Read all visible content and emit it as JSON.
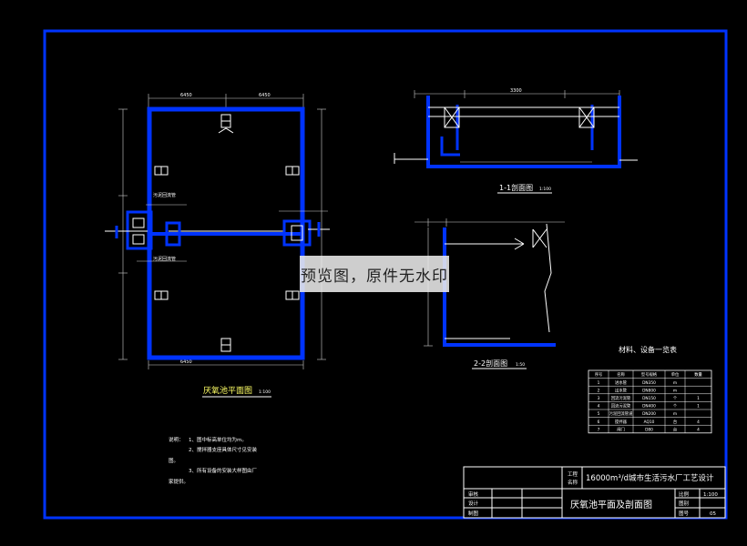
{
  "plan": {
    "title": "厌氧池平面图",
    "scale": "1:100",
    "dims": {
      "top_left": "6450",
      "top_right": "6450",
      "bottom": "6450"
    },
    "pipe_labels": [
      "污泥回流管",
      "污泥回流管"
    ]
  },
  "section11": {
    "title": "1-1剖面图",
    "scale": "1:100",
    "dim_main": "3300"
  },
  "section22": {
    "title": "2-2剖面图",
    "scale": "1:50"
  },
  "notes": {
    "label": "说明：",
    "lines": [
      "1、图中标高单位均为m。",
      "2、搅拌器支座具体尺寸见安装",
      "图。",
      "3、所有设备的安装大样图由厂",
      "家提供。"
    ]
  },
  "materials": {
    "title": "材料、设备一览表",
    "headers": [
      "序号",
      "名称",
      "型号规格",
      "单位",
      "数量"
    ],
    "rows": [
      [
        "1",
        "进水管",
        "DN350",
        "m",
        ""
      ],
      [
        "2",
        "出水管",
        "DN800",
        "m",
        ""
      ],
      [
        "3",
        "回流污泥管",
        "DN150",
        "个",
        "1"
      ],
      [
        "4",
        "回流污泥管",
        "DN400",
        "个",
        "1"
      ],
      [
        "5",
        "污泥回流管道",
        "DN200",
        "m",
        ""
      ],
      [
        "6",
        "搅拌器",
        "AQ10",
        "台",
        "4"
      ],
      [
        "7",
        "闸门",
        "D80",
        "台",
        "4"
      ]
    ]
  },
  "title_block": {
    "project_label": "工程名称",
    "project": "16000m³/d城市生活污水厂工艺设计",
    "drawing": "厌氧池平面及剖面图",
    "roles": [
      "审核",
      "设计",
      "制图"
    ],
    "scale_label": "比例",
    "scale_value": "1:100",
    "sheet_label": "图别",
    "number_label": "图号",
    "number_value": "05"
  },
  "watermark": "预览图，原件无水印",
  "colors": {
    "frame": "#0033ff",
    "lines": "#ffffff",
    "background": "#000000"
  }
}
